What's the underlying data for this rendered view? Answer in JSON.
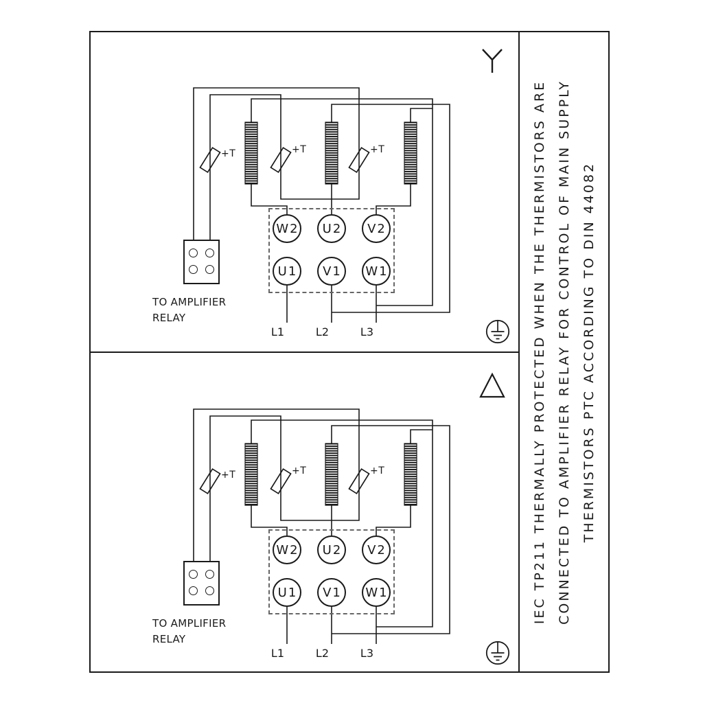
{
  "page": {
    "background": "#ffffff",
    "ink": "#1a1a1a",
    "dashed_outline": "#666666"
  },
  "sidebar_note": {
    "lines": [
      "IEC TP211 THERMALLY PROTECTED WHEN THE THERMISTORS ARE",
      "CONNECTED TO AMPLIFIER RELAY FOR CONTROL OF MAIN SUPPLY",
      "THERMISTORS PTC ACCORDING TO DIN 44082"
    ]
  },
  "panels": [
    {
      "id": "star",
      "symbol_icon": "star-connection-icon",
      "ground_icon": "earth-ground-icon",
      "terminals_top": [
        "W2",
        "U2",
        "V2"
      ],
      "terminals_bottom": [
        "U1",
        "V1",
        "W1"
      ],
      "supply_labels": [
        "L1",
        "L2",
        "L3"
      ],
      "thermistor_label": "+T",
      "relay_note_line1": "TO AMPLIFIER",
      "relay_note_line2": "RELAY"
    },
    {
      "id": "delta",
      "symbol_icon": "delta-connection-icon",
      "ground_icon": "earth-ground-icon",
      "terminals_top": [
        "W2",
        "U2",
        "V2"
      ],
      "terminals_bottom": [
        "U1",
        "V1",
        "W1"
      ],
      "supply_labels": [
        "L1",
        "L2",
        "L3"
      ],
      "thermistor_label": "+T",
      "relay_note_line1": "TO AMPLIFIER",
      "relay_note_line2": "RELAY"
    }
  ]
}
